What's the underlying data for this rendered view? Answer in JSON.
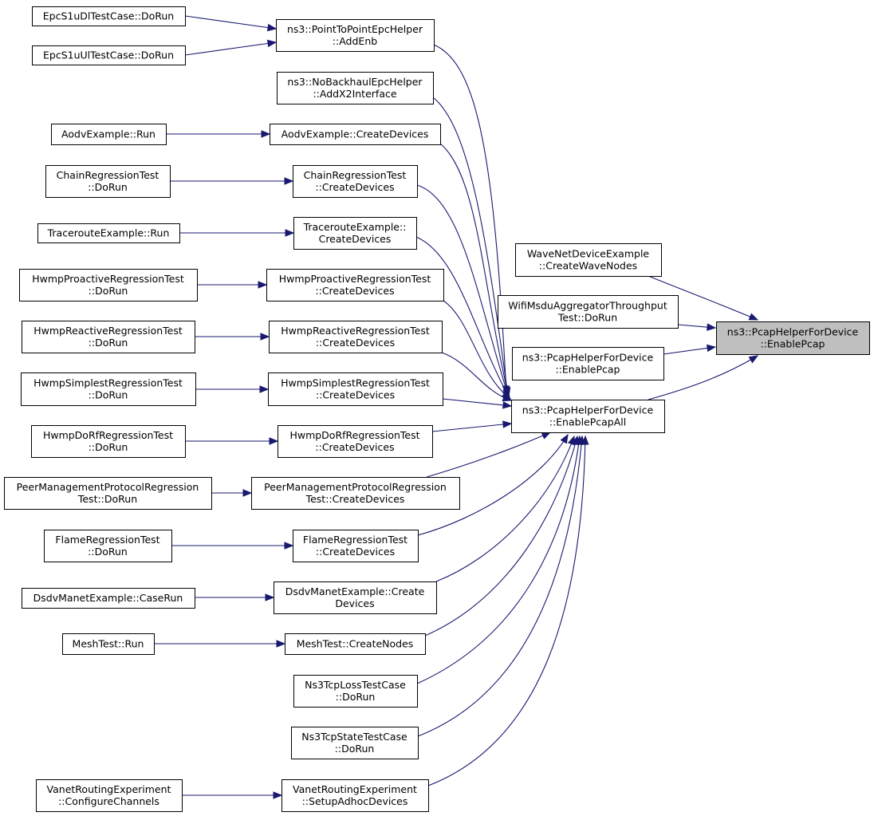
{
  "colors": {
    "edge": "#191970",
    "target_fill": "#bfbfbf",
    "node_border": "#000000",
    "background": "#ffffff"
  },
  "nodes": {
    "n_ls1": [
      "EpcS1uDlTestCase::DoRun"
    ],
    "n_ls2": [
      "EpcS1uUlTestCase::DoRun"
    ],
    "n_addenb": [
      "ns3::PointToPointEpcHelper",
      "::AddEnb"
    ],
    "n_x2": [
      "ns3::NoBackhaulEpcHelper",
      "::AddX2Interface"
    ],
    "n_aodvrun": [
      "AodvExample::Run"
    ],
    "n_aodvcd": [
      "AodvExample::CreateDevices"
    ],
    "n_chainrun": [
      "ChainRegressionTest",
      "::DoRun"
    ],
    "n_chaincd": [
      "ChainRegressionTest",
      "::CreateDevices"
    ],
    "n_trrun": [
      "TracerouteExample::Run"
    ],
    "n_trcd": [
      "TracerouteExample::",
      "CreateDevices"
    ],
    "n_hprun": [
      "HwmpProactiveRegressionTest",
      "::DoRun"
    ],
    "n_hpcd": [
      "HwmpProactiveRegressionTest",
      "::CreateDevices"
    ],
    "n_hrrun": [
      "HwmpReactiveRegressionTest",
      "::DoRun"
    ],
    "n_hrcd": [
      "HwmpReactiveRegressionTest",
      "::CreateDevices"
    ],
    "n_hsrun": [
      "HwmpSimplestRegressionTest",
      "::DoRun"
    ],
    "n_hscd": [
      "HwmpSimplestRegressionTest",
      "::CreateDevices"
    ],
    "n_hdrun": [
      "HwmpDoRfRegressionTest",
      "::DoRun"
    ],
    "n_hdcd": [
      "HwmpDoRfRegressionTest",
      "::CreateDevices"
    ],
    "n_pmrun": [
      "PeerManagementProtocolRegression",
      "Test::DoRun"
    ],
    "n_pmcd": [
      "PeerManagementProtocolRegression",
      "Test::CreateDevices"
    ],
    "n_flrun": [
      "FlameRegressionTest",
      "::DoRun"
    ],
    "n_flcd": [
      "FlameRegressionTest",
      "::CreateDevices"
    ],
    "n_dsrun": [
      "DsdvManetExample::CaseRun"
    ],
    "n_dscd": [
      "DsdvManetExample::Create",
      "Devices"
    ],
    "n_meshrun": [
      "MeshTest::Run"
    ],
    "n_meshcn": [
      "MeshTest::CreateNodes"
    ],
    "n_ns3loss": [
      "Ns3TcpLossTestCase",
      "::DoRun"
    ],
    "n_ns3state": [
      "Ns3TcpStateTestCase",
      "::DoRun"
    ],
    "n_vrcc": [
      "VanetRoutingExperiment",
      "::ConfigureChannels"
    ],
    "n_vrsd": [
      "VanetRoutingExperiment",
      "::SetupAdhocDevices"
    ],
    "n_wave": [
      "WaveNetDeviceExample",
      "::CreateWaveNodes"
    ],
    "n_wifi": [
      "WifiMsduAggregatorThroughput",
      "Test::DoRun"
    ],
    "n_ep2": [
      "ns3::PcapHelperForDevice",
      "::EnablePcap"
    ],
    "n_epall": [
      "ns3::PcapHelperForDevice",
      "::EnablePcapAll"
    ],
    "n_target": [
      "ns3::PcapHelperForDevice",
      "::EnablePcap"
    ]
  },
  "edges": [
    [
      "n_ls1",
      "n_addenb"
    ],
    [
      "n_ls2",
      "n_addenb"
    ],
    [
      "n_aodvrun",
      "n_aodvcd"
    ],
    [
      "n_chainrun",
      "n_chaincd"
    ],
    [
      "n_trrun",
      "n_trcd"
    ],
    [
      "n_hprun",
      "n_hpcd"
    ],
    [
      "n_hrrun",
      "n_hrcd"
    ],
    [
      "n_hsrun",
      "n_hscd"
    ],
    [
      "n_hdrun",
      "n_hdcd"
    ],
    [
      "n_pmrun",
      "n_pmcd"
    ],
    [
      "n_flrun",
      "n_flcd"
    ],
    [
      "n_dsrun",
      "n_dscd"
    ],
    [
      "n_meshrun",
      "n_meshcn"
    ],
    [
      "n_vrcc",
      "n_vrsd"
    ],
    [
      "n_addenb",
      "n_epall"
    ],
    [
      "n_x2",
      "n_epall"
    ],
    [
      "n_aodvcd",
      "n_epall"
    ],
    [
      "n_chaincd",
      "n_epall"
    ],
    [
      "n_trcd",
      "n_epall"
    ],
    [
      "n_hpcd",
      "n_epall"
    ],
    [
      "n_hrcd",
      "n_epall"
    ],
    [
      "n_hscd",
      "n_epall"
    ],
    [
      "n_hdcd",
      "n_epall"
    ],
    [
      "n_pmcd",
      "n_epall"
    ],
    [
      "n_flcd",
      "n_epall"
    ],
    [
      "n_dscd",
      "n_epall"
    ],
    [
      "n_meshcn",
      "n_epall"
    ],
    [
      "n_ns3loss",
      "n_epall"
    ],
    [
      "n_ns3state",
      "n_epall"
    ],
    [
      "n_vrsd",
      "n_epall"
    ],
    [
      "n_wave",
      "n_target"
    ],
    [
      "n_wifi",
      "n_target"
    ],
    [
      "n_ep2",
      "n_target"
    ],
    [
      "n_epall",
      "n_target"
    ]
  ]
}
